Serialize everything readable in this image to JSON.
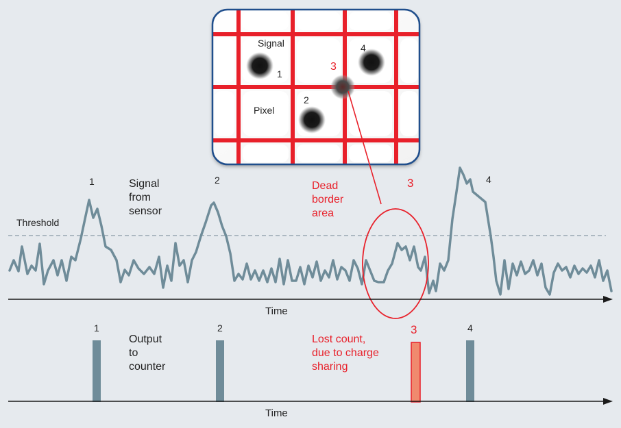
{
  "colors": {
    "background": "#e6eaee",
    "signal_line": "#6f8c99",
    "grid_red": "#e8202a",
    "label_red": "#e8202a",
    "lost_fill": "#f08a6e",
    "pulse": "#6f8c99",
    "panel_border": "#1f4e8c",
    "threshold": "#8a9aa6"
  },
  "pixel_panel": {
    "signal_label": "Signal",
    "pixel_label": "Pixel",
    "hits": [
      {
        "label": "1",
        "color": "#222222"
      },
      {
        "label": "2",
        "color": "#222222"
      },
      {
        "label": "3",
        "color": "#e8202a"
      },
      {
        "label": "4",
        "color": "#222222"
      }
    ]
  },
  "signal_section": {
    "title_lines": [
      "Signal",
      "from",
      "sensor"
    ],
    "threshold_label": "Threshold",
    "axis_label": "Time",
    "peak_labels": [
      {
        "text": "1",
        "color": "#222222"
      },
      {
        "text": "2",
        "color": "#222222"
      },
      {
        "text": "3",
        "color": "#e8202a"
      },
      {
        "text": "4",
        "color": "#222222"
      }
    ],
    "dead_border_lines": [
      "Dead",
      "border",
      "area"
    ]
  },
  "output_section": {
    "title_lines": [
      "Output",
      "to",
      "counter"
    ],
    "axis_label": "Time",
    "pulse_labels": [
      {
        "text": "1",
        "color": "#222222",
        "lost": false
      },
      {
        "text": "2",
        "color": "#222222",
        "lost": false
      },
      {
        "text": "3",
        "color": "#e8202a",
        "lost": true
      },
      {
        "text": "4",
        "color": "#222222",
        "lost": false
      }
    ],
    "lost_note_lines": [
      "Lost count,",
      "due to charge",
      "sharing"
    ]
  }
}
